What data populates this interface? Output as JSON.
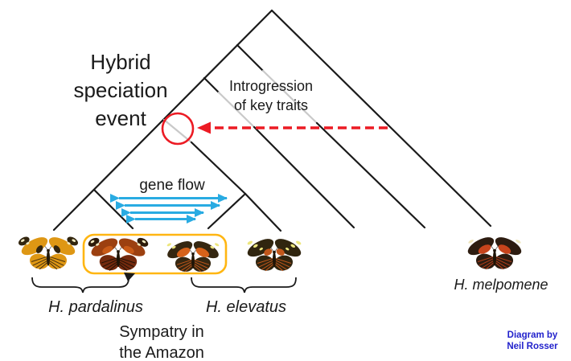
{
  "labels": {
    "hybrid_event": [
      "Hybrid",
      "speciation",
      "event"
    ],
    "introgression": [
      "Introgression",
      "of key traits"
    ],
    "gene_flow": "gene flow",
    "pardalinus": "H. pardalinus",
    "elevatus": "H. elevatus",
    "melpomene": "H. melpomene",
    "sympatry": [
      "Sympatry in",
      "the Amazon"
    ],
    "credit": [
      "Diagram by",
      "Neil Rosser"
    ]
  },
  "colors": {
    "branch_black": "#1A1A1A",
    "ghost_branch_gray": "#C9C9C9",
    "accent_red": "#EC1B24",
    "gene_flow_blue": "#29ABE2",
    "sympatry_box_orange": "#FFB612",
    "credit_blue": "#2222CC"
  },
  "butterflies": [
    {
      "id": "butterfly-pardalinus-west"
    },
    {
      "id": "butterfly-pardalinus-amazon"
    },
    {
      "id": "butterfly-elevatus-amazon"
    },
    {
      "id": "butterfly-elevatus-east"
    },
    {
      "id": "butterfly-melpomene"
    }
  ]
}
